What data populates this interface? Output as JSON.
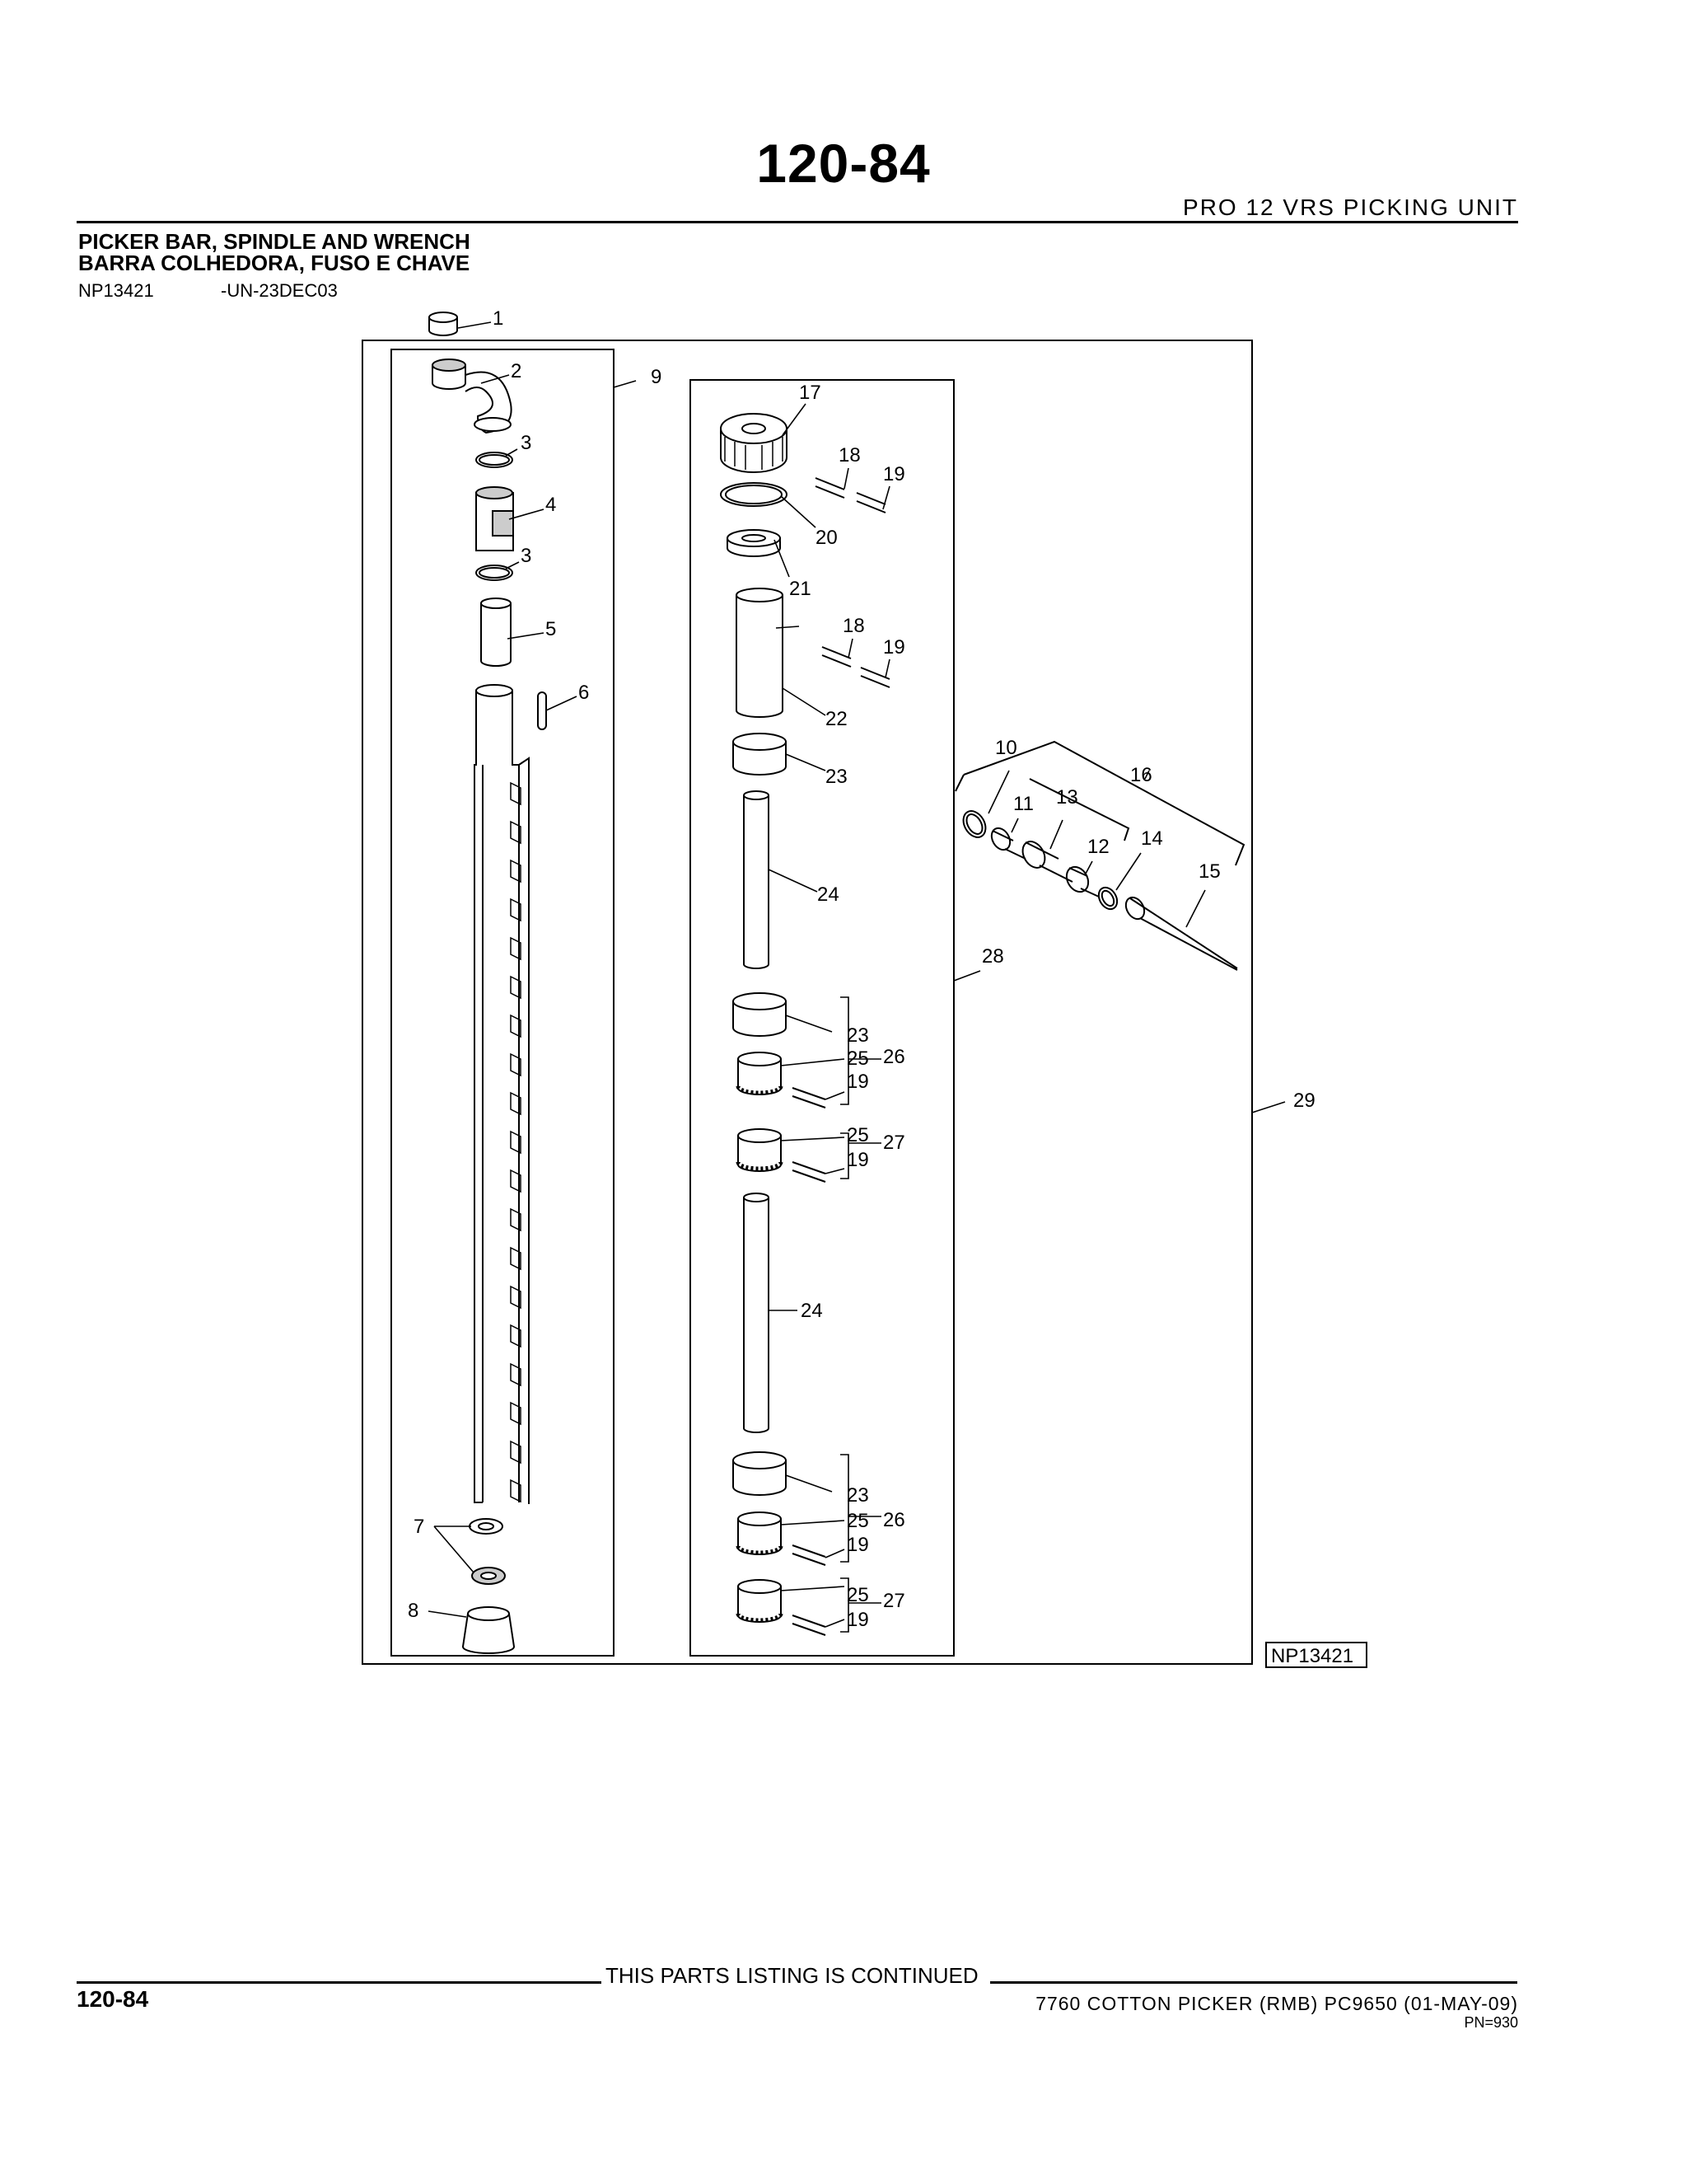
{
  "header": {
    "page_number": "120-84",
    "section_title": "PRO  12  VRS  PICKING  UNIT"
  },
  "figure": {
    "title_en": "PICKER BAR, SPINDLE AND WRENCH",
    "title_pt": "BARRA COLHEDORA, FUSO E CHAVE",
    "code": "NP13421",
    "date_code": "-UN-23DEC03",
    "stamp": "NP13421",
    "callouts": [
      "1",
      "2",
      "3",
      "4",
      "3",
      "5",
      "6",
      "7",
      "8",
      "9",
      "10",
      "11",
      "12",
      "13",
      "14",
      "15",
      "16",
      "17",
      "18",
      "19",
      "20",
      "21",
      "18",
      "19",
      "22",
      "23",
      "24",
      "28",
      "23",
      "25",
      "26",
      "19",
      "25",
      "27",
      "19",
      "24",
      "23",
      "25",
      "26",
      "19",
      "25",
      "27",
      "19",
      "29"
    ]
  },
  "footer": {
    "continued": "THIS PARTS LISTING IS CONTINUED",
    "page_number": "120-84",
    "model": "7760  COTTON  PICKER  (RMB)    PC9650      (01-MAY-09)",
    "pn": "PN=930"
  },
  "colors": {
    "ink": "#000000",
    "paper": "#ffffff",
    "shade": "#cccccc"
  }
}
